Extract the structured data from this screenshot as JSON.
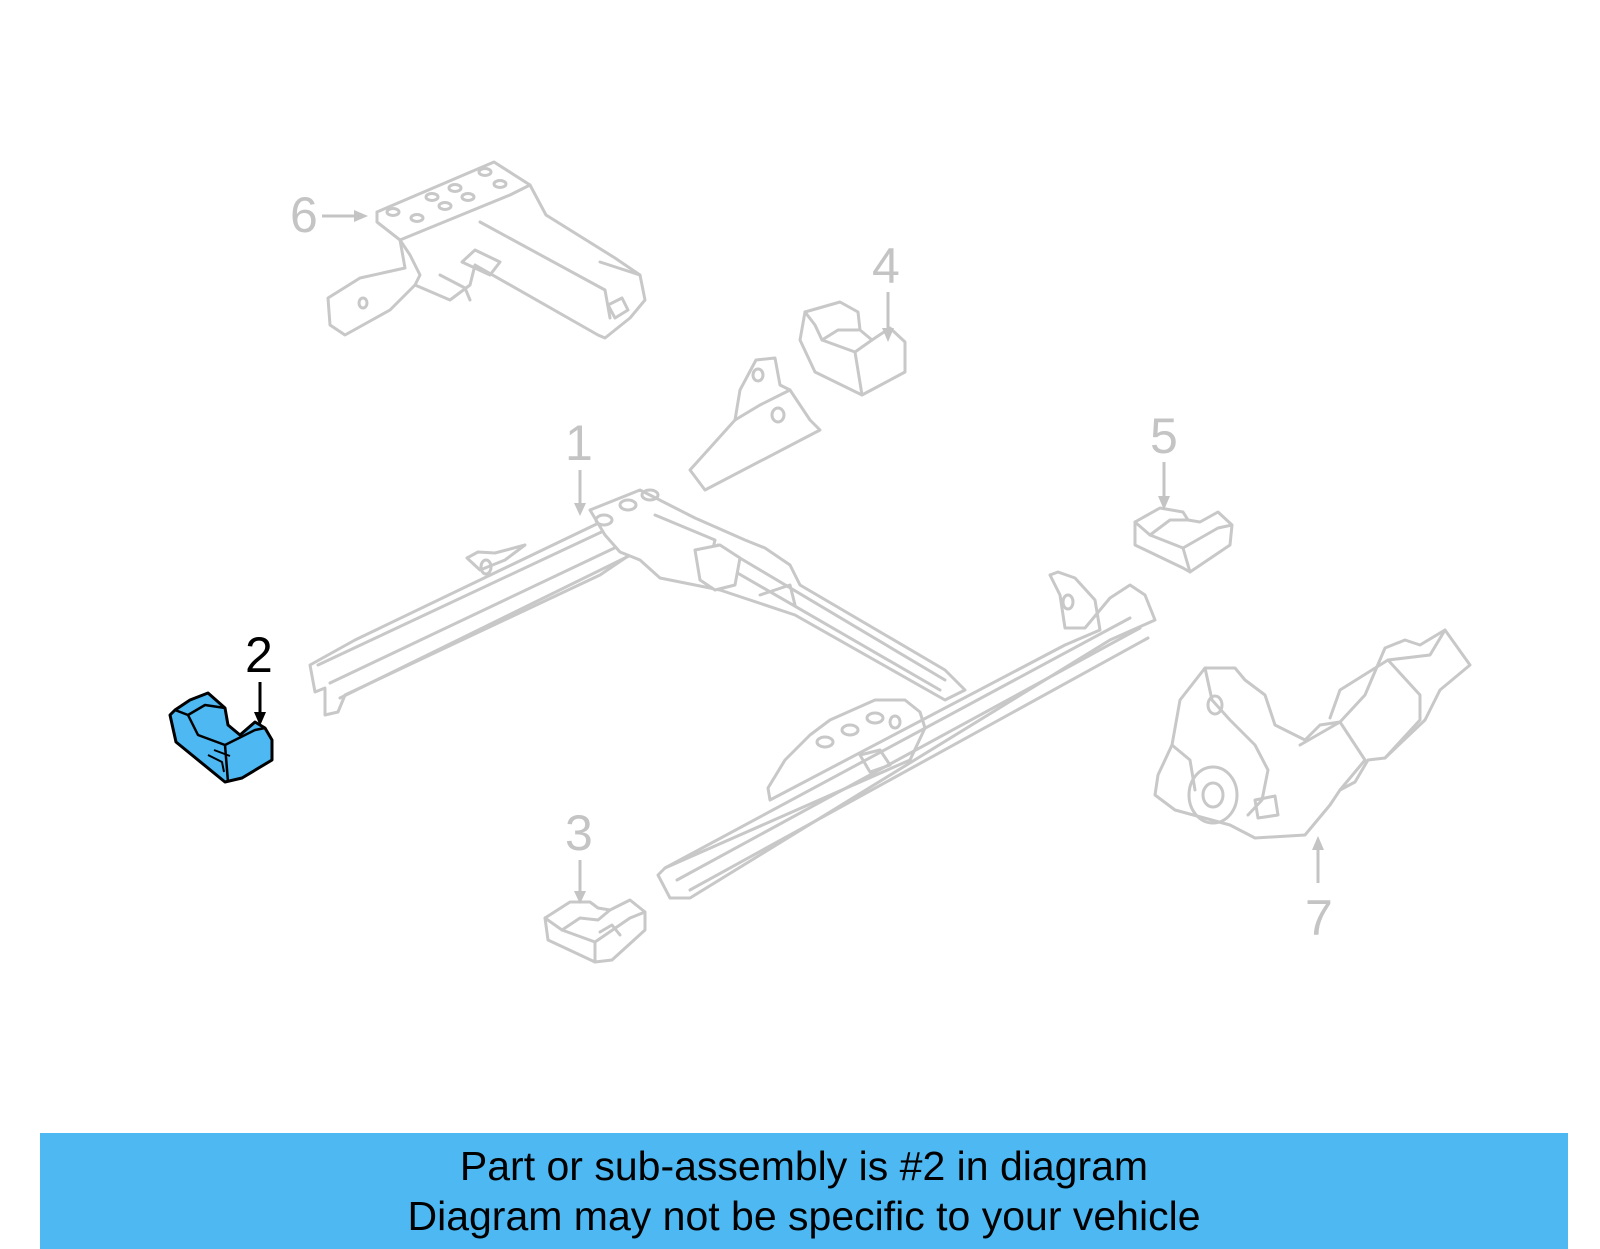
{
  "diagram": {
    "highlight_color": "#4db8f2",
    "ghost_color": "#c8c8c8",
    "callouts": [
      {
        "id": "1",
        "label": "1",
        "highlighted": false
      },
      {
        "id": "2",
        "label": "2",
        "highlighted": true
      },
      {
        "id": "3",
        "label": "3",
        "highlighted": false
      },
      {
        "id": "4",
        "label": "4",
        "highlighted": false
      },
      {
        "id": "5",
        "label": "5",
        "highlighted": false
      },
      {
        "id": "6",
        "label": "6",
        "highlighted": false
      },
      {
        "id": "7",
        "label": "7",
        "highlighted": false
      }
    ]
  },
  "banner": {
    "line1": "Part or sub-assembly is #2 in diagram",
    "line2": "Diagram may not be specific to your vehicle",
    "background": "#4db8f2"
  }
}
